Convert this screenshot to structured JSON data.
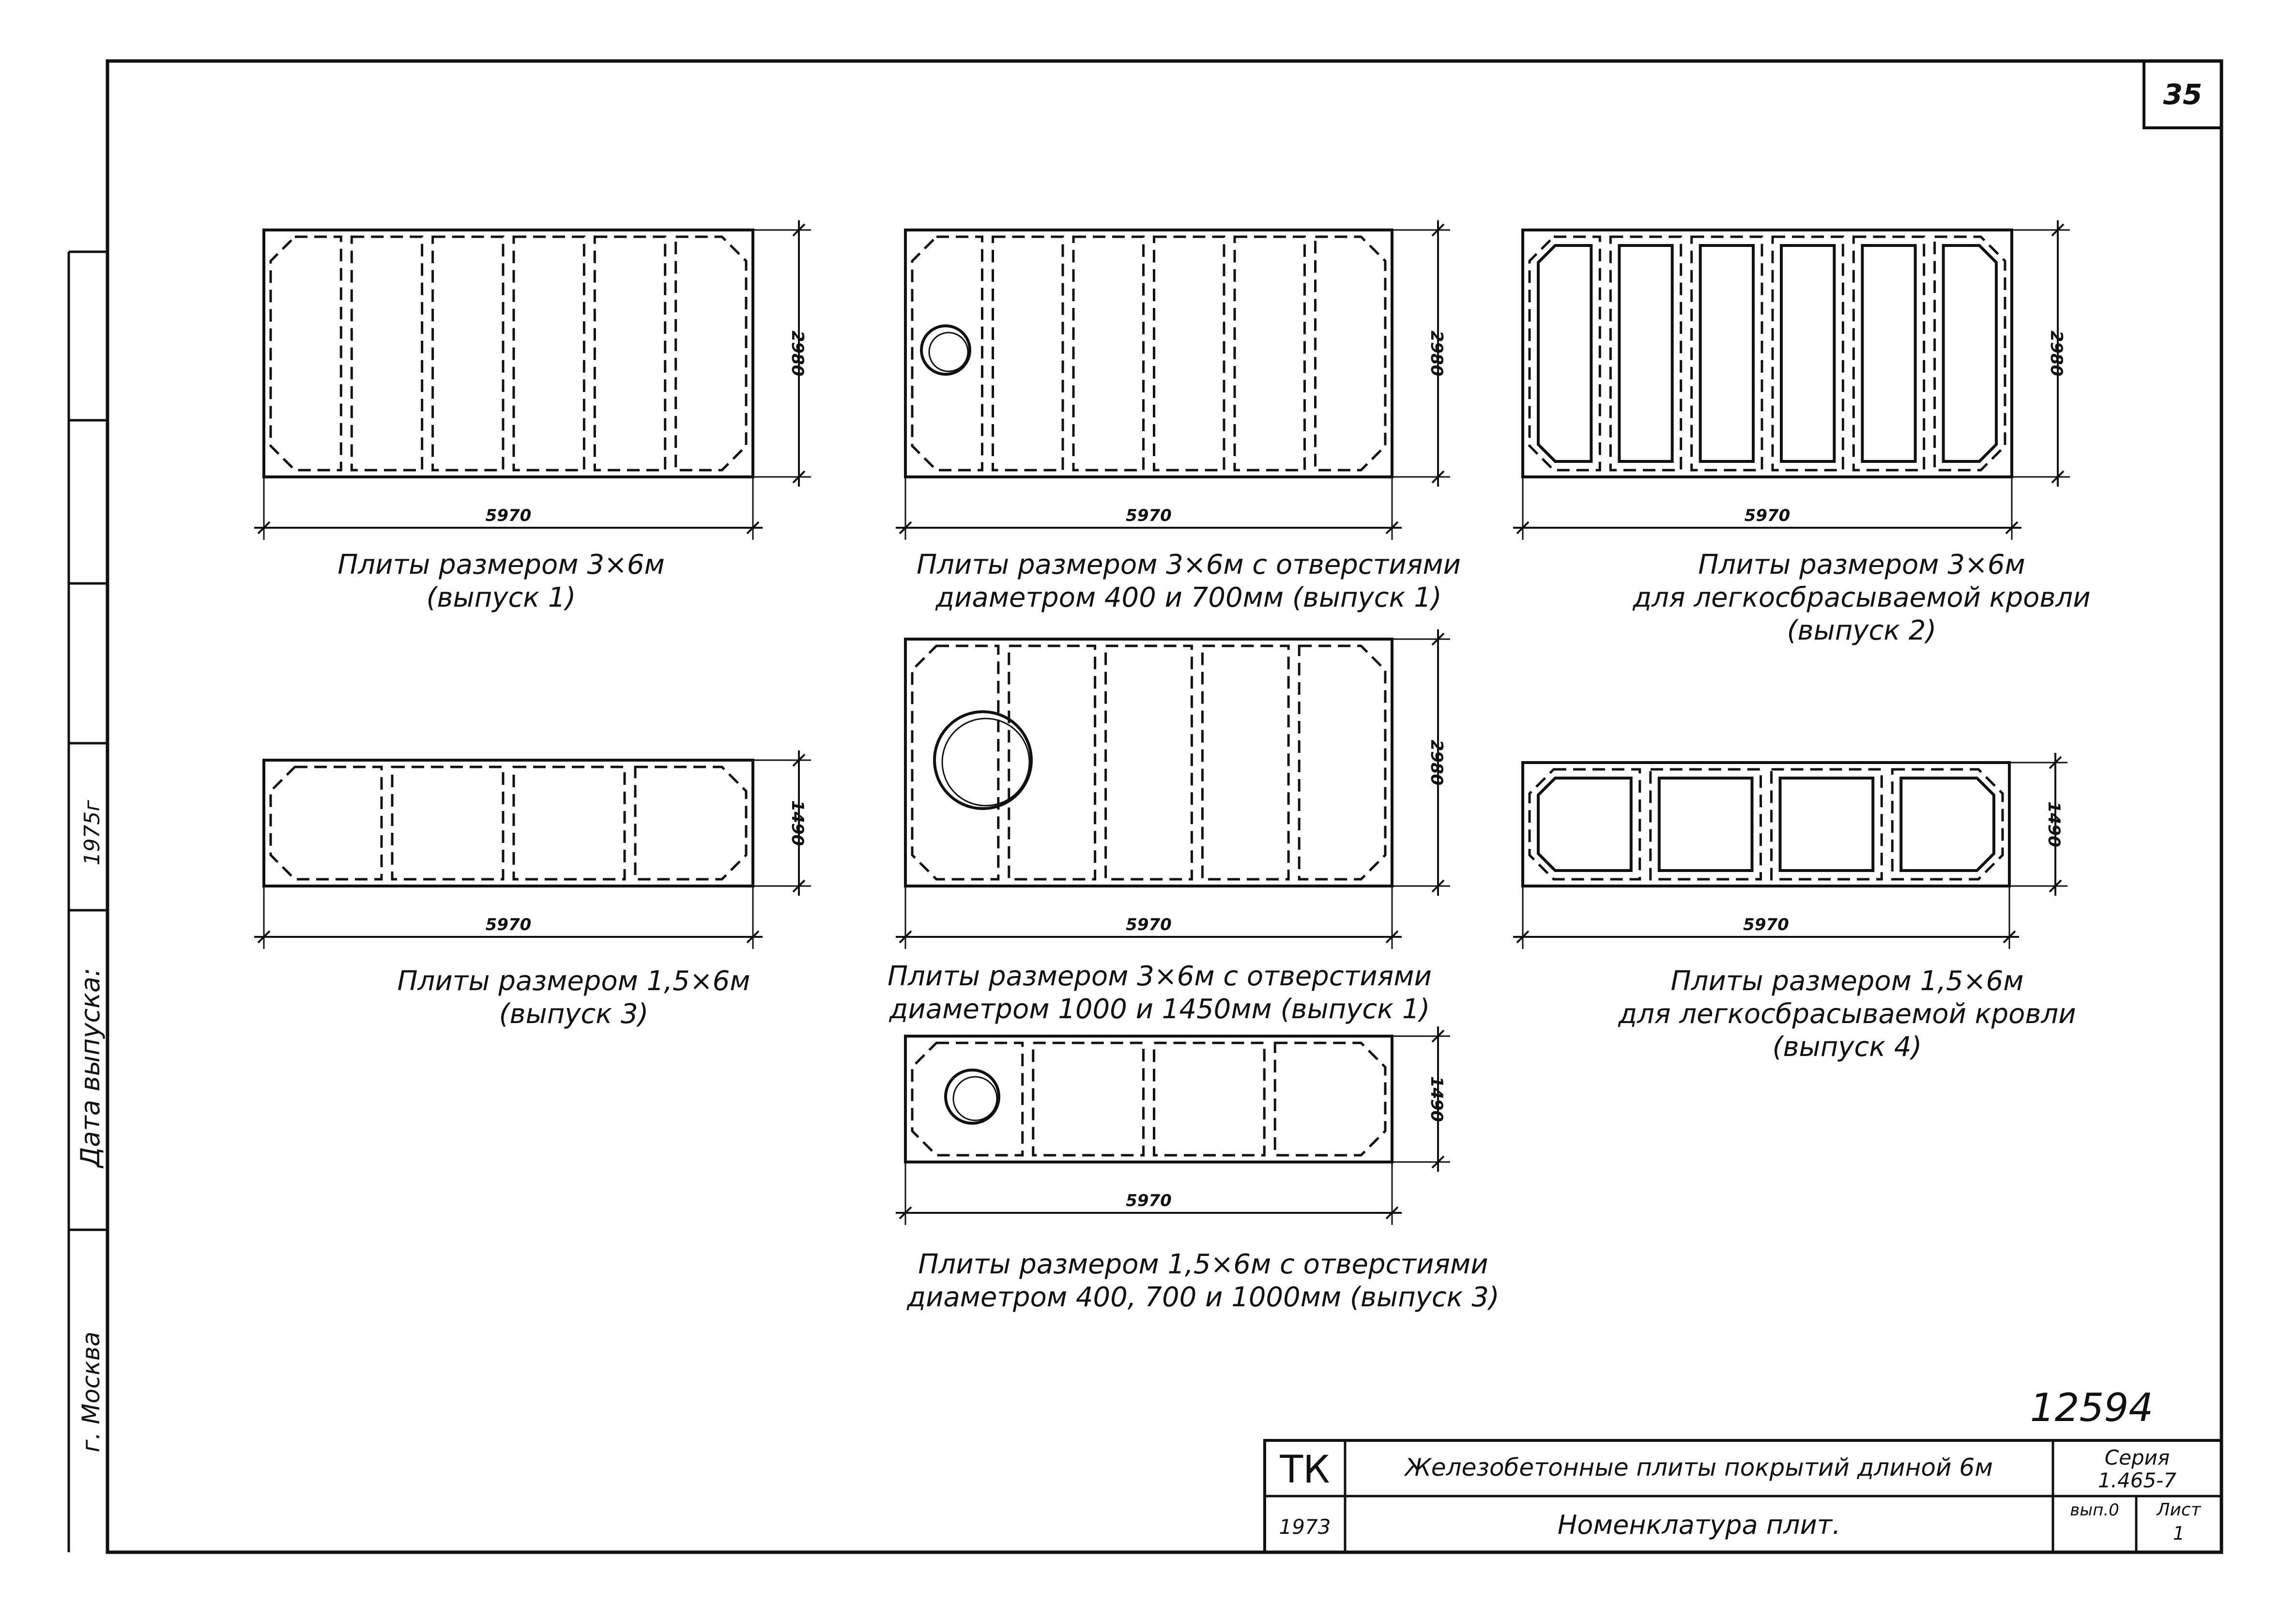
{
  "sheet": {
    "page_number": "35",
    "archive_number": "12594",
    "side": {
      "city": "г. Москва",
      "release_date_label": "Дата выпуска:",
      "release_year": "1975г"
    }
  },
  "title_block": {
    "code": "ТК",
    "year": "1973",
    "title": "Железобетонные плиты покрытий длиной 6м",
    "subtitle": "Номенклатура плит.",
    "series_label": "Серия",
    "series_value": "1.465-7",
    "issue_label": "вып.0",
    "sheet_label": "Лист",
    "sheet_value": "1"
  },
  "plates": [
    {
      "length": "5970",
      "width": "2980",
      "caption": [
        "Плиты размером 3×6м",
        "(выпуск 1)"
      ]
    },
    {
      "length": "5970",
      "width": "2980",
      "caption": [
        "Плиты размером 3×6м с отверстиями",
        "диаметром 400 и 700мм (выпуск 1)"
      ]
    },
    {
      "length": "5970",
      "width": "2980",
      "caption": [
        "Плиты размером 3×6м",
        "для легкосбрасываемой кровли",
        "(выпуск 2)"
      ]
    },
    {
      "length": "5970",
      "width": "1490",
      "caption": [
        "Плиты размером 1,5×6м",
        "(выпуск 3)"
      ]
    },
    {
      "length": "5970",
      "width": "2980",
      "caption": [
        "Плиты размером 3×6м с отверстиями",
        "диаметром 1000 и 1450мм (выпуск 1)"
      ]
    },
    {
      "length": "5970",
      "width": "1490",
      "caption": [
        "Плиты размером 1,5×6м",
        "для легкосбрасываемой кровли",
        "(выпуск 4)"
      ]
    },
    {
      "length": "5970",
      "width": "1490",
      "caption": [
        "Плиты размером 1,5×6м с отверстиями",
        "диаметром 400, 700 и 1000мм (выпуск 3)"
      ]
    }
  ]
}
